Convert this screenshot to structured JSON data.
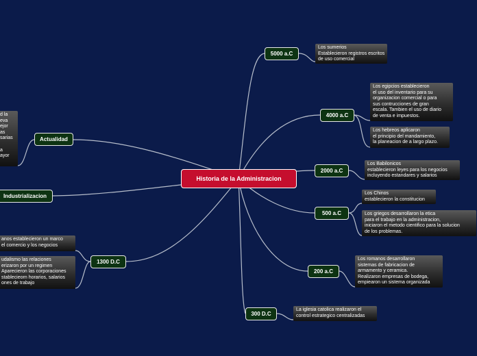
{
  "root": {
    "label": "Historia de la Administracion"
  },
  "branches": {
    "b5000": {
      "label": "5000 a.C",
      "note": "Los sumerios\nEstablecieron registros escritos\nde uso comercial"
    },
    "b4000": {
      "label": "4000 a.C",
      "note1": "Los egipcios establecieron\nel uso del inventario para su\norganizacion comercial o para\nsus contrucciones de gran\nescala. Tambien el uso de diario\nde venta e impuestos.",
      "note2": "Los hebreos aplicaron\nel principio del mandamiento,\nla planeacion de a largo plazo."
    },
    "b2000": {
      "label": "2000 a.C",
      "note": "Los Babilonicos\nestablecieron leyes para los negocios\nincluyendo estandares y salarios"
    },
    "b500": {
      "label": "500 a.C",
      "note1": "Los Chinos\nestablecieron la constitucion",
      "note2": "Los griegos desarrollaron la etica\npara el trabajo en la administracion,\niniciaron el metodo cientifico para la solucion\nde los problemas."
    },
    "b200": {
      "label": "200 a.C",
      "note": "Los romanos desarrollaron\nsistemas de fabricacion de\narmamento y ceramica.\nRealizaron empresas de bodega,\nempiearon un sistema organizada"
    },
    "b300": {
      "label": "300 D.C",
      "note": "La iglesia catolica realizaron el\ncontrol estrategico centralizadas"
    },
    "b1300": {
      "label": "1300 D.C",
      "note1": "anos establecieron un marco\nel comercio y los negocios",
      "note2": "udalismo las relaciones\nerizaron por un regimen\nAparecieron las corporaciones\nstablecieorn horarios, salarios\nones de trabajo"
    },
    "industrial": {
      "label": "Industrializacion"
    },
    "actualidad": {
      "label": "Actualidad",
      "note": "d la\neva\nejor\nas\nsarias\n\na\nayor"
    }
  }
}
